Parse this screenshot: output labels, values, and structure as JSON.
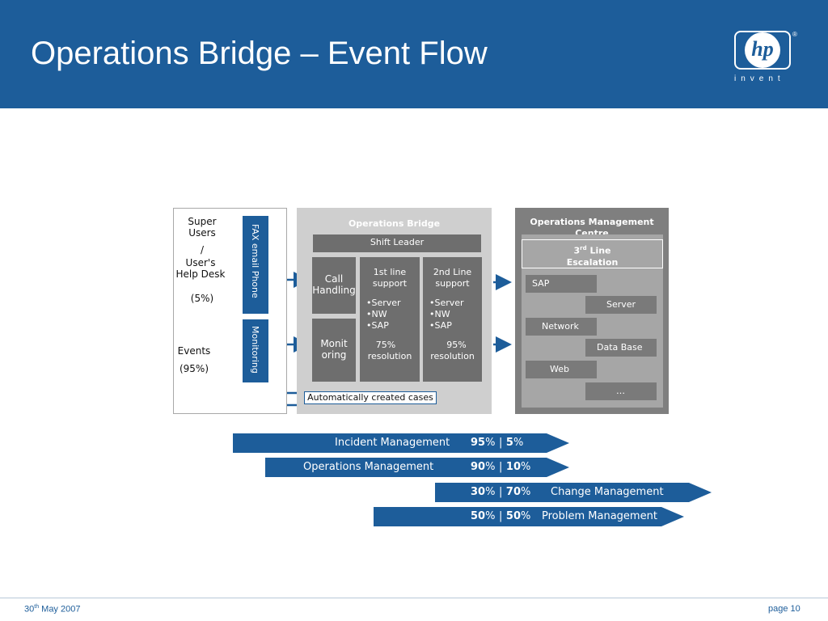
{
  "header": {
    "title": "Operations Bridge – Event Flow"
  },
  "logo": {
    "mark": "hp",
    "tagline": "invent",
    "registered": "®"
  },
  "footer": {
    "date_day": "30",
    "date_suffix": "th",
    "date_rest": " May 2007",
    "page": "page 10"
  },
  "inputs": {
    "super_users": "Super Users",
    "slash": "/",
    "users_help_desk": "User's Help Desk",
    "pct_users": "(5%)",
    "events": "Events",
    "pct_events": "(95%)",
    "channel_fax": "FAX  email  Phone",
    "channel_monitoring": "Monitoring"
  },
  "bridge": {
    "title": "Operations Bridge",
    "shift_leader": "Shift Leader",
    "call_handling": "Call Handling",
    "monitoring": "Monit oring",
    "first_line_title": "1st line support",
    "first_line_items": [
      "•Server",
      "•NW",
      "•SAP"
    ],
    "first_line_resolution_pct": "75%",
    "first_line_resolution_label": "resolution",
    "second_line_title": "2nd Line support",
    "second_line_items": [
      "•Server",
      "•NW",
      "•SAP"
    ],
    "second_line_resolution_pct": "95%",
    "second_line_resolution_label": "resolution",
    "auto_cases": "Automatically created cases"
  },
  "omc": {
    "title": "Operations Management Centre",
    "escalation_prefix": "3",
    "escalation_sup": "rd",
    "escalation_suffix": " Line",
    "escalation_line2": "Escalation",
    "items": [
      "SAP",
      "Server",
      "Network",
      "Data Base",
      "Web",
      "…"
    ]
  },
  "bands": [
    {
      "name": "Incident Management",
      "split_a": "95",
      "split_b": "5"
    },
    {
      "name": "Operations Management",
      "split_a": "90",
      "split_b": "10"
    },
    {
      "name": "Change Management",
      "split_a": "30",
      "split_b": "70"
    },
    {
      "name": "Problem Management",
      "split_a": "50",
      "split_b": "50"
    }
  ],
  "band_sep": "|",
  "percent_sign": "%",
  "colors": {
    "brand_blue": "#1d5d9a",
    "panel_grey": "#cfcfcf",
    "box_dark": "#6e6e6e",
    "omc_bg": "#7f7f7f"
  }
}
